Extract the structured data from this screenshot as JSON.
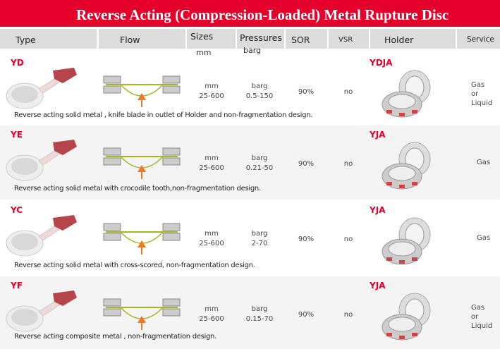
{
  "title": "Reverse Acting (Compression-Loaded) Metal Rupture Disc",
  "headers": {
    "type": "Type",
    "flow": "Flow",
    "sizes": "Sizes",
    "sizes_unit": "mm",
    "pressures": "Pressures",
    "pressures_unit": "barg",
    "sor": "SOR",
    "vsr": "VSR",
    "holder": "Holder",
    "service": "Service"
  },
  "colors": {
    "accent": "#e4002b",
    "arrow": "#f07a28",
    "disc_line": "#a6b820"
  },
  "rows": [
    {
      "type": "YD",
      "size_unit": "mm",
      "size": "25-600",
      "pressure_unit": "barg",
      "pressure": "0.5-150",
      "sor": "90%",
      "vsr": "no",
      "holder": "YDJA",
      "service": [
        "Gas",
        "or",
        "Liquid"
      ],
      "description": "Reverse acting solid metal , knife blade in outlet of Holder and non-fragmentation design."
    },
    {
      "type": "YE",
      "size_unit": "mm",
      "size": "25-600",
      "pressure_unit": "barg",
      "pressure": "0.21-50",
      "sor": "90%",
      "vsr": "no",
      "holder": "YJA",
      "service": [
        "Gas"
      ],
      "description": "Reverse acting solid metal with crocodile tooth,non-fragmentation design."
    },
    {
      "type": "YC",
      "size_unit": "mm",
      "size": "25-600",
      "pressure_unit": "barg",
      "pressure": "2-70",
      "sor": "90%",
      "vsr": "no",
      "holder": "YJA",
      "service": [
        "Gas"
      ],
      "description": "Reverse acting solid metal with cross-scored, non-fragmentation design."
    },
    {
      "type": "YF",
      "size_unit": "mm",
      "size": "25-600",
      "pressure_unit": "barg",
      "pressure": "0.15-70",
      "sor": "90%",
      "vsr": "no",
      "holder": "YJA",
      "service": [
        "Gas",
        "or",
        "Liquid"
      ],
      "description": "Reverse acting composite metal , non-fragmentation design."
    }
  ]
}
